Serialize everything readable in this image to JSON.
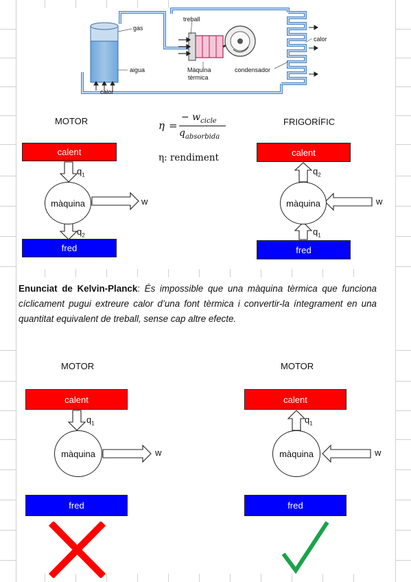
{
  "top_diagram": {
    "gas": "gas",
    "aigua": "aigua",
    "calor_in": "calor",
    "treball": "treball",
    "maquina_line1": "Màquina",
    "maquina_line2": "tèrmica",
    "condensador": "condensador",
    "calor_out": "calor"
  },
  "motor_left": {
    "title": "MOTOR",
    "hot": "calent",
    "cold": "fred",
    "machine": "màquina",
    "q1": "q",
    "q1_sub": "1",
    "q2": "q",
    "q2_sub": "2",
    "w": "w"
  },
  "formula": {
    "eta": "η",
    "equals": "=",
    "numerator": "− w",
    "numerator_sub": "cicle",
    "denominator": "q",
    "denominator_sub": "absorbida",
    "legend": "η: rendiment"
  },
  "fridge": {
    "title": "FRIGORÍFIC",
    "hot": "calent",
    "cold": "fred",
    "machine": "màquina",
    "q2": "q",
    "q2_sub": "2",
    "q1": "q",
    "q1_sub": "1",
    "w": "w"
  },
  "statement": {
    "heading": "Enunciat de Kelvin-Planck",
    "colon": ": ",
    "text": "És impossible que una màquina tèrmica que funciona cíclicament pugui extreure calor d’una font tèrmica i convertir-la íntegrament en una quantitat equivalent de treball, sense cap altre efecte."
  },
  "bottom_left": {
    "title": "MOTOR",
    "hot": "calent",
    "cold": "fred",
    "machine": "màquina",
    "q1": "q",
    "q1_sub": "1",
    "w": "w",
    "verdict_icon": "cross-icon"
  },
  "bottom_right": {
    "title": "MOTOR",
    "hot": "calent",
    "cold": "fred",
    "machine": "màquina",
    "q1": "q",
    "q1_sub": "1",
    "w": "w",
    "verdict_icon": "check-icon"
  },
  "colors": {
    "hot": "#ff0000",
    "cold": "#0000ff",
    "check": "#1aa34a",
    "cross": "#ff0000",
    "pipe": "#5b9bd5"
  }
}
